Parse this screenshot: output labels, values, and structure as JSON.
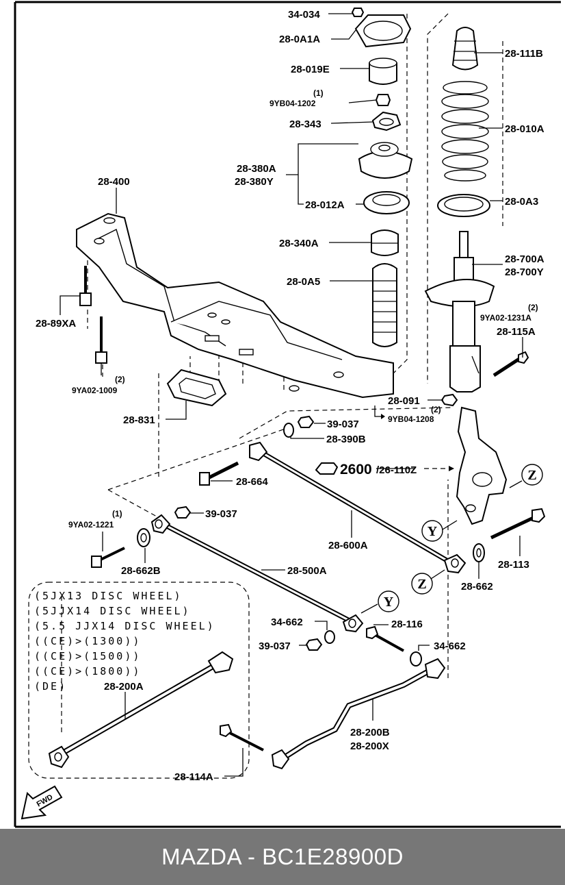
{
  "labels": {
    "p34_034": "34-034",
    "p28_0A1A": "28-0A1A",
    "p28_019E": "28-019E",
    "p9YB04_1202_qty": "(1)",
    "p9YB04_1202": "9YB04-1202",
    "p28_343": "28-343",
    "p28_380A": "28-380A",
    "p28_380Y": "28-380Y",
    "p28_012A": "28-012A",
    "p28_340A": "28-340A",
    "p28_0A5": "28-0A5",
    "p28_111B": "28-111B",
    "p28_010A": "28-010A",
    "p28_0A3": "28-0A3",
    "p28_700A": "28-700A",
    "p28_700Y": "28-700Y",
    "p9YA02_1231A_qty": "(2)",
    "p9YA02_1231A": "9YA02-1231A",
    "p28_115A": "28-115A",
    "p28_400": "28-400",
    "p28_89XA": "28-89XA",
    "p9YA02_1009_qty": "(2)",
    "p9YA02_1009": "9YA02-1009",
    "p28_831": "28-831",
    "p28_091": "28-091",
    "p9YB04_1208_qty": "(2)",
    "p9YB04_1208": "9YB04-1208",
    "p39_037_a": "39-037",
    "p28_390B": "28-390B",
    "p2600": "2600",
    "p26_110Z": "/26-110Z",
    "p28_664": "28-664",
    "p39_037_b": "39-037",
    "p9YA02_1221_qty": "(1)",
    "p9YA02_1221": "9YA02-1221",
    "p28_600A": "28-600A",
    "p28_113": "28-113",
    "p28_662B": "28-662B",
    "p28_500A": "28-500A",
    "p28_662": "28-662",
    "p34_662_a": "34-662",
    "p28_116": "28-116",
    "p39_037_c": "39-037",
    "p34_662_b": "34-662",
    "p28_200A": "28-200A",
    "p28_200B": "28-200B",
    "p28_200X": "28-200X",
    "p28_114A": "28-114A"
  },
  "callouts": {
    "z_top": "Z",
    "y_mid": "Y",
    "z_mid": "Z",
    "y_low": "Y"
  },
  "notes": [
    "(5JX13 DISC WHEEL)",
    "(5JJX14 DISC WHEEL)",
    "(5.5 JJX14 DISC WHEEL)",
    "((CE)>(1300))",
    "((CE)>(1500))",
    "((CE)>(1800))",
    "(DE)"
  ],
  "fwd": "FWD",
  "footer": "MAZDA - BC1E28900D"
}
